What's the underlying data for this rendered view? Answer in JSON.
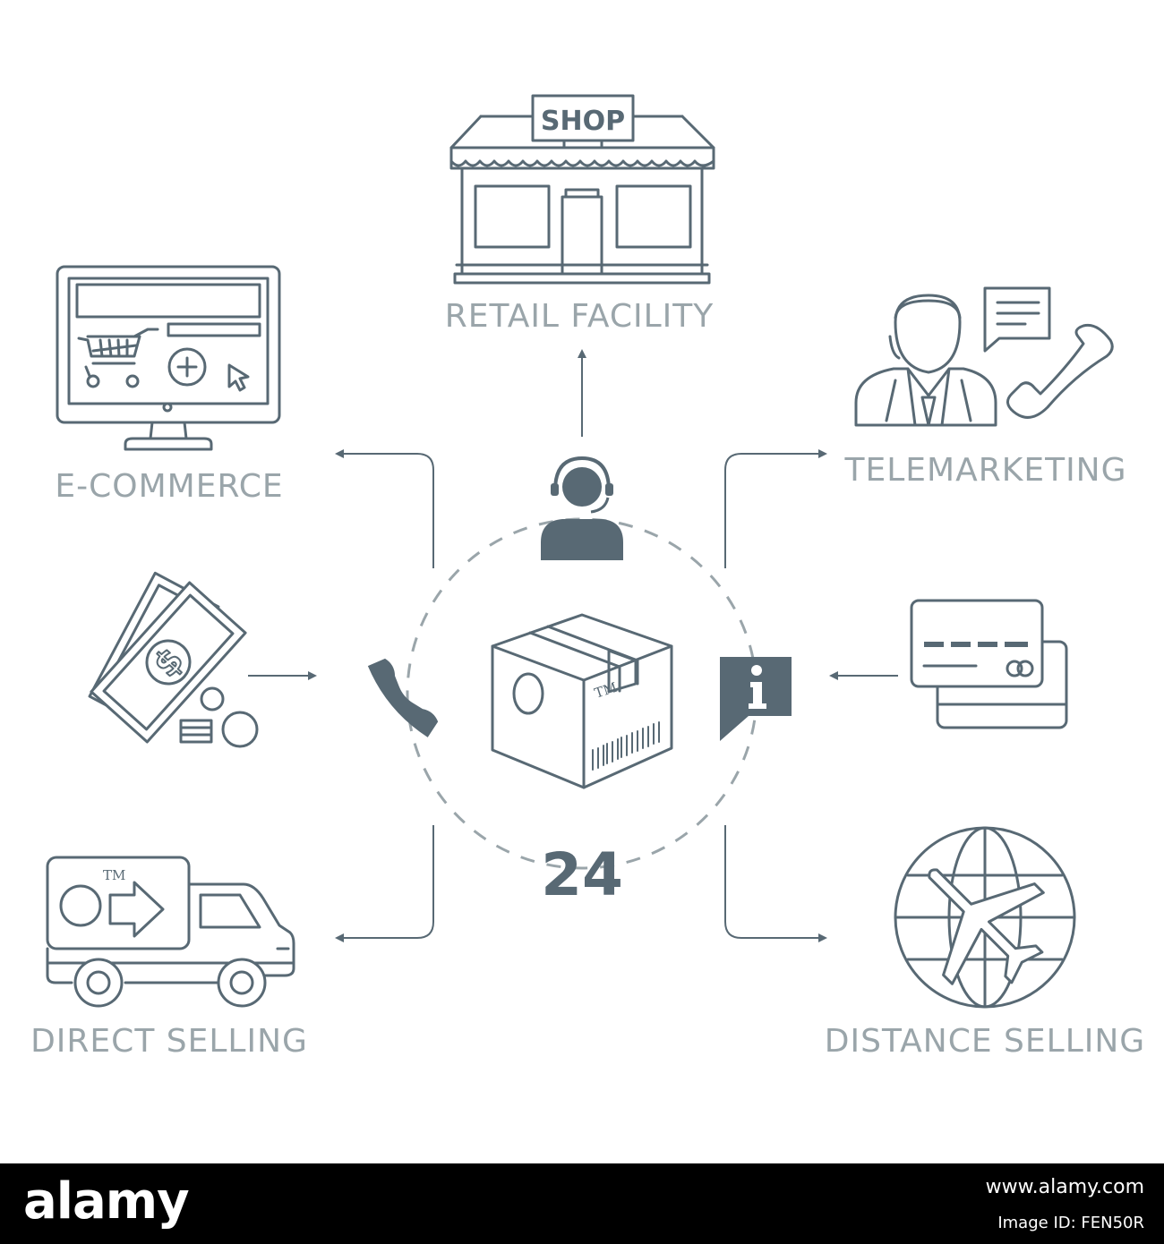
{
  "diagram": {
    "center_number": "24",
    "box_trademark": "TM",
    "van_trademark": "TM",
    "shop_sign": "SHOP",
    "nodes": {
      "retail": "RETAIL FACILITY",
      "ecommerce": "E-COMMERCE",
      "telemarketing": "TELEMARKETING",
      "direct_selling": "DIRECT SELLING",
      "distance_selling": "DISTANCE SELLING"
    },
    "icon_names": [
      "shop-icon",
      "monitor-cart-icon",
      "operator-phone-icon",
      "cash-icon",
      "credit-card-icon",
      "van-icon",
      "globe-plane-icon",
      "headset-agent-icon",
      "phone-handset-icon",
      "info-icon",
      "package-box-icon"
    ],
    "colors": {
      "icon": "#586974",
      "label": "#9aa5aa",
      "footer": "#000000"
    }
  },
  "footer": {
    "brand": "alamy",
    "url": "www.alamy.com",
    "image_id": "Image ID: FEN50R"
  }
}
